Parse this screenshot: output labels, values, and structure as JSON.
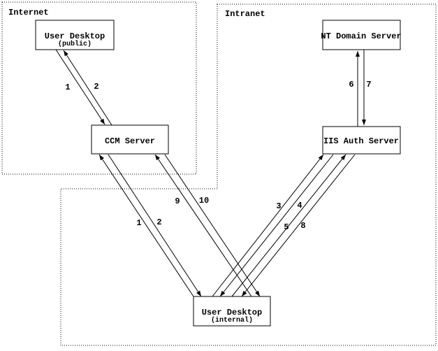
{
  "zones": {
    "internet": {
      "label": "Internet"
    },
    "intranet": {
      "label": "Intranet"
    }
  },
  "nodes": {
    "user_desktop_public": {
      "label": "User Desktop",
      "sublabel": "(public)"
    },
    "nt_domain_server": {
      "label": "NT Domain Server"
    },
    "ccm_server": {
      "label": "CCM Server"
    },
    "iis_auth_server": {
      "label": "IIS Auth Server"
    },
    "user_desktop_internal": {
      "label": "User Desktop",
      "sublabel": "(internal)"
    }
  },
  "flows": {
    "public_1": {
      "num": "1",
      "from": "User Desktop (public)",
      "to": "CCM Server"
    },
    "public_2": {
      "num": "2",
      "from": "CCM Server",
      "to": "User Desktop (public)"
    },
    "internal_1": {
      "num": "1",
      "from": "User Desktop (internal)",
      "to": "CCM Server"
    },
    "internal_2": {
      "num": "2",
      "from": "CCM Server",
      "to": "User Desktop (internal)"
    },
    "internal_9": {
      "num": "9",
      "from": "User Desktop (internal)",
      "to": "CCM Server"
    },
    "internal_10": {
      "num": "10",
      "from": "CCM Server",
      "to": "User Desktop (internal)"
    },
    "auth_3": {
      "num": "3",
      "from": "User Desktop (internal)",
      "to": "IIS Auth Server"
    },
    "auth_4": {
      "num": "4",
      "from": "IIS Auth Server",
      "to": "User Desktop (internal)"
    },
    "auth_5": {
      "num": "5",
      "from": "User Desktop (internal)",
      "to": "IIS Auth Server"
    },
    "auth_8": {
      "num": "8",
      "from": "IIS Auth Server",
      "to": "User Desktop (internal)"
    },
    "domain_6": {
      "num": "6",
      "from": "IIS Auth Server",
      "to": "NT Domain Server"
    },
    "domain_7": {
      "num": "7",
      "from": "NT Domain Server",
      "to": "IIS Auth Server"
    }
  },
  "colors": {
    "line": "#000000",
    "background": "#ffffff"
  }
}
